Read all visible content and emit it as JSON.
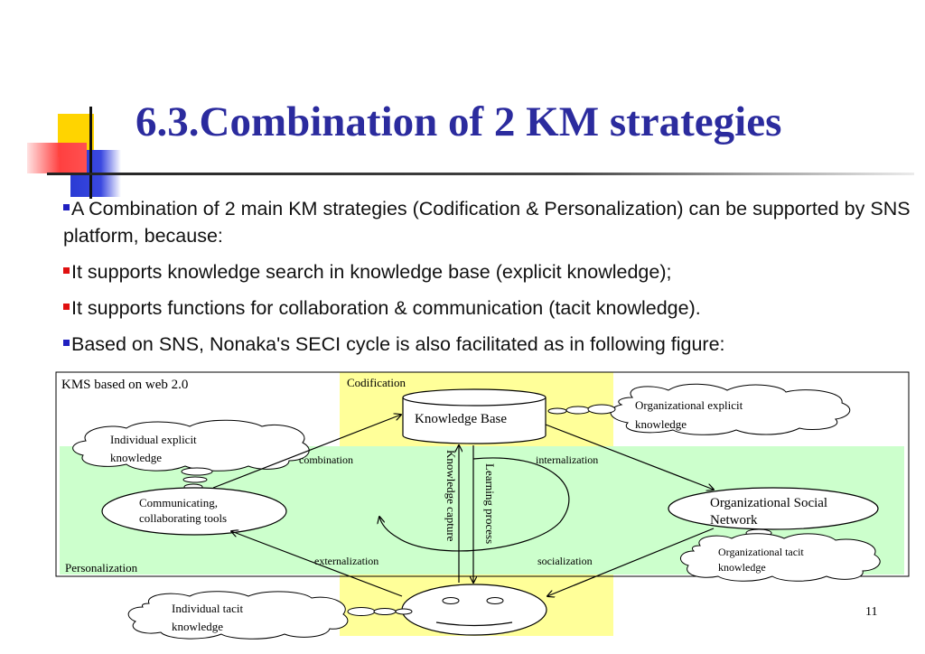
{
  "slide": {
    "title": "6.3.Combination of 2 KM strategies",
    "page_number": "11"
  },
  "bullets": [
    {
      "marker_color": "#2020c0",
      "text": "A Combination of 2 main KM strategies (Codification & Personalization) can be supported by SNS platform, because:"
    },
    {
      "marker_color": "#e01010",
      "text": "It supports knowledge search in knowledge base (explicit knowledge);"
    },
    {
      "marker_color": "#e01010",
      "text": "It supports functions for collaboration & communication (tacit knowledge)."
    },
    {
      "marker_color": "#2020c0",
      "text": "Based on SNS, Nonaka's SECI cycle is also facilitated as in following figure:"
    }
  ],
  "figure": {
    "frame_label": "KMS based on web 2.0",
    "codification_label": "Codification",
    "personalization_label": "Personalization",
    "knowledge_base": "Knowledge Base",
    "org_explicit_l1": "Organizational     explicit",
    "org_explicit_l2": "knowledge",
    "ind_explicit_l1": "Individual       explicit",
    "ind_explicit_l2": "knowledge",
    "tools_l1": "Communicating,",
    "tools_l2": "collaborating tools",
    "org_network_l1": "Organizational   Social",
    "org_network_l2": "Network",
    "org_tacit_l1": "Organizational     tacit",
    "org_tacit_l2": "knowledge",
    "ind_tacit_l1": "Individual          tacit",
    "ind_tacit_l2": "knowledge",
    "combination": "combination",
    "internalization": "internalization",
    "externalization": "externalization",
    "socialization": "socialization",
    "knowledge_capture": "Knowledge capture",
    "learning_process": "Learning process",
    "colors": {
      "codification_band": "#ffff99",
      "personalization_band": "#ccffcc"
    }
  }
}
